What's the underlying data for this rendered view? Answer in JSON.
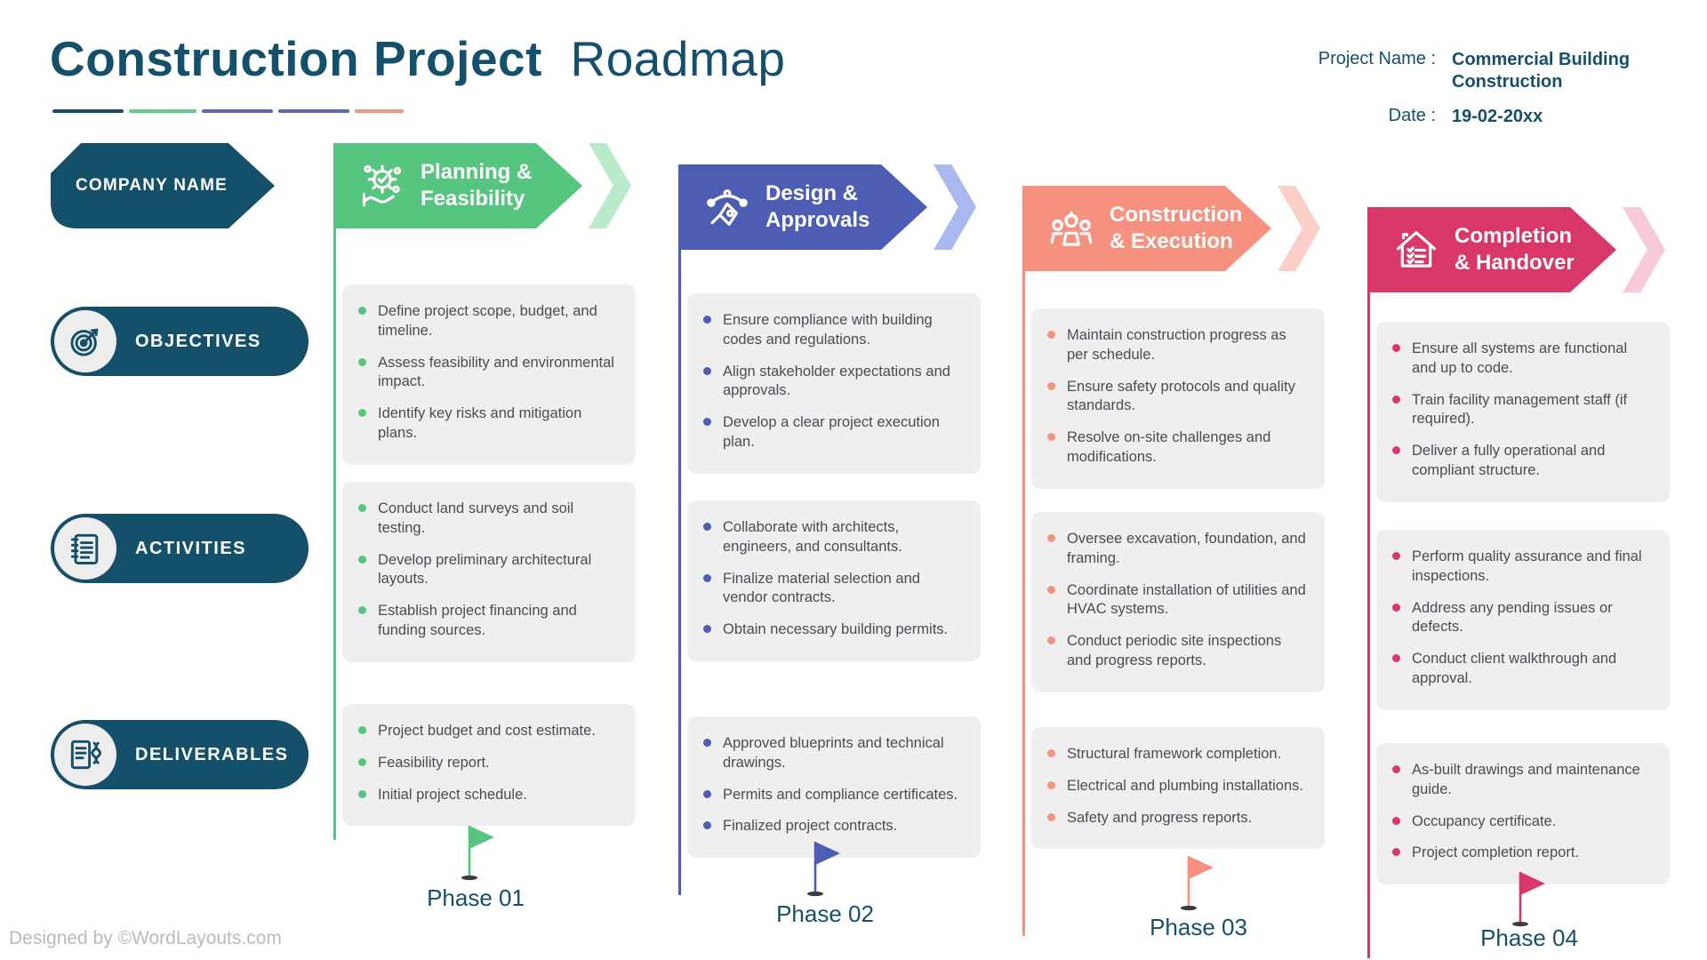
{
  "header": {
    "title_bold": "Construction Project",
    "title_regular": "Roadmap",
    "project_name_label": "Project Name :",
    "project_name_value": "Commercial Building Construction",
    "date_label": "Date :",
    "date_value": "19-02-20xx"
  },
  "sidebar": {
    "company_name": "COMPANY NAME",
    "rows": [
      {
        "label": "OBJECTIVES",
        "icon": "target-icon"
      },
      {
        "label": "ACTIVITIES",
        "icon": "notebook-icon"
      },
      {
        "label": "DELIVERABLES",
        "icon": "document-gear-icon"
      }
    ]
  },
  "colors": {
    "teal": "#15506B",
    "phase1": "#56C57F",
    "phase1_light": "#B9EBCB",
    "phase2": "#4D5DB4",
    "phase2_light": "#A9B8EE",
    "phase3": "#F6917F",
    "phase3_light": "#FBCFC7",
    "phase4": "#D93768",
    "phase4_light": "#F8C9D8",
    "box_background": "#EFEFEF",
    "body_text": "#4B4B55"
  },
  "phases": [
    {
      "title_line1": "Planning &",
      "title_line2": "Feasibility",
      "icon": "planning-gears-hand-icon",
      "flag_label": "Phase 01",
      "objectives": [
        "Define project scope, budget, and timeline.",
        "Assess feasibility and environmental impact.",
        "Identify key risks and mitigation plans."
      ],
      "activities": [
        "Conduct land surveys and soil testing.",
        "Develop preliminary architectural layouts.",
        "Establish project financing and funding sources."
      ],
      "deliverables": [
        "Project budget and cost estimate.",
        "Feasibility report.",
        "Initial project schedule."
      ]
    },
    {
      "title_line1": "Design &",
      "title_line2": "Approvals",
      "icon": "pen-tool-icon",
      "flag_label": "Phase 02",
      "objectives": [
        "Ensure compliance with building codes and regulations.",
        "Align stakeholder expectations and approvals.",
        "Develop a clear project execution plan."
      ],
      "activities": [
        "Collaborate with architects, engineers, and consultants.",
        "Finalize material selection and vendor contracts.",
        "Obtain necessary building permits."
      ],
      "deliverables": [
        "Approved blueprints and technical drawings.",
        "Permits and compliance certificates.",
        "Finalized project contracts."
      ]
    },
    {
      "title_line1": "Construction",
      "title_line2": "& Execution",
      "icon": "construction-workers-icon",
      "flag_label": "Phase 03",
      "objectives": [
        "Maintain construction progress as per schedule.",
        "Ensure safety protocols and quality standards.",
        "Resolve on-site challenges and modifications."
      ],
      "activities": [
        "Oversee excavation, foundation, and framing.",
        "Coordinate installation of utilities and HVAC systems.",
        "Conduct periodic site inspections and progress reports."
      ],
      "deliverables": [
        "Structural framework completion.",
        "Electrical and plumbing installations.",
        "Safety and progress reports."
      ]
    },
    {
      "title_line1": "Completion",
      "title_line2": "& Handover",
      "icon": "house-checklist-icon",
      "flag_label": "Phase 04",
      "objectives": [
        "Ensure all systems are functional and up to code.",
        "Train facility management staff (if required).",
        "Deliver a fully operational and compliant structure."
      ],
      "activities": [
        "Perform quality assurance and final inspections.",
        "Address any pending issues or defects.",
        "Conduct client walkthrough and approval."
      ],
      "deliverables": [
        "As-built drawings and maintenance guide.",
        "Occupancy certificate.",
        "Project completion report."
      ]
    }
  ],
  "footer": {
    "credit": "Designed by ©WordLayouts.com"
  }
}
